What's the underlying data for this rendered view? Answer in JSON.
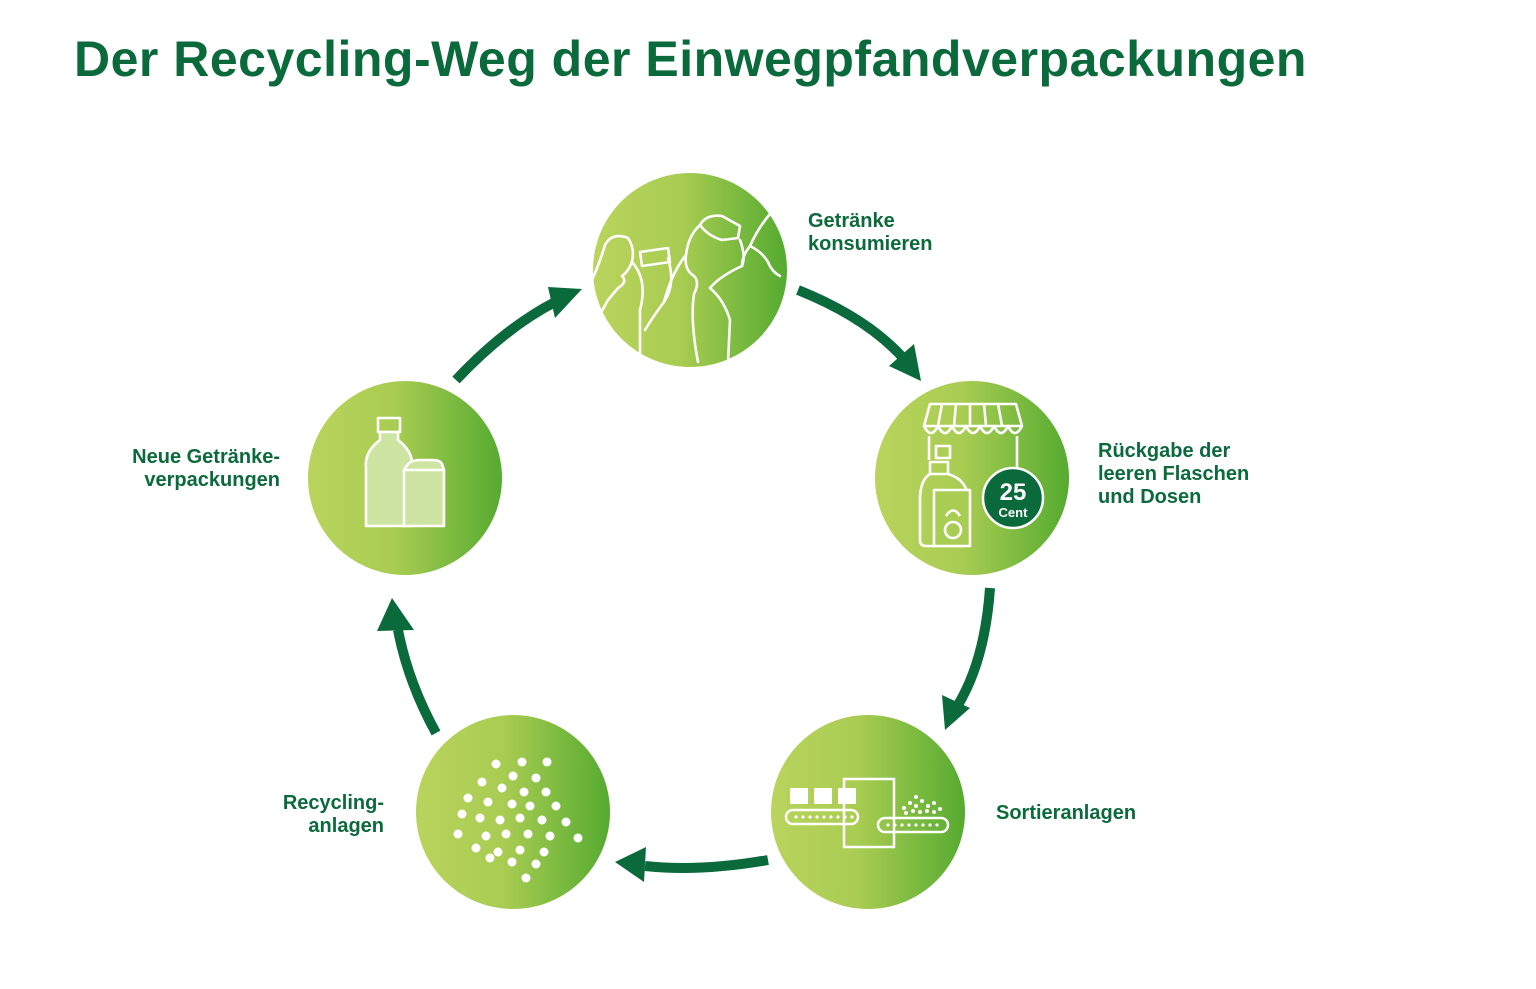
{
  "title": "Der Recycling-Weg der Einwegpfandverpackungen",
  "colors": {
    "primary": "#0b6a3c",
    "circle_light": "#b7d35b",
    "circle_dark": "#5aae32",
    "icon": "#ffffff"
  },
  "steps": [
    {
      "icon": "people-drinking-icon",
      "label_lines": [
        "Getränke",
        "konsumieren"
      ]
    },
    {
      "icon": "store-deposit-icon",
      "label_lines": [
        "Rückgabe der",
        "leeren Flaschen",
        "und Dosen"
      ],
      "badge": {
        "value": "25",
        "unit": "Cent"
      }
    },
    {
      "icon": "sorting-conveyor-icon",
      "label_lines": [
        "Sortieranlagen"
      ]
    },
    {
      "icon": "pellets-icon",
      "label_lines": [
        "Recycling-",
        "anlagen"
      ]
    },
    {
      "icon": "bottle-can-icon",
      "label_lines": [
        "Neue Getränke-",
        "verpackungen"
      ]
    }
  ]
}
